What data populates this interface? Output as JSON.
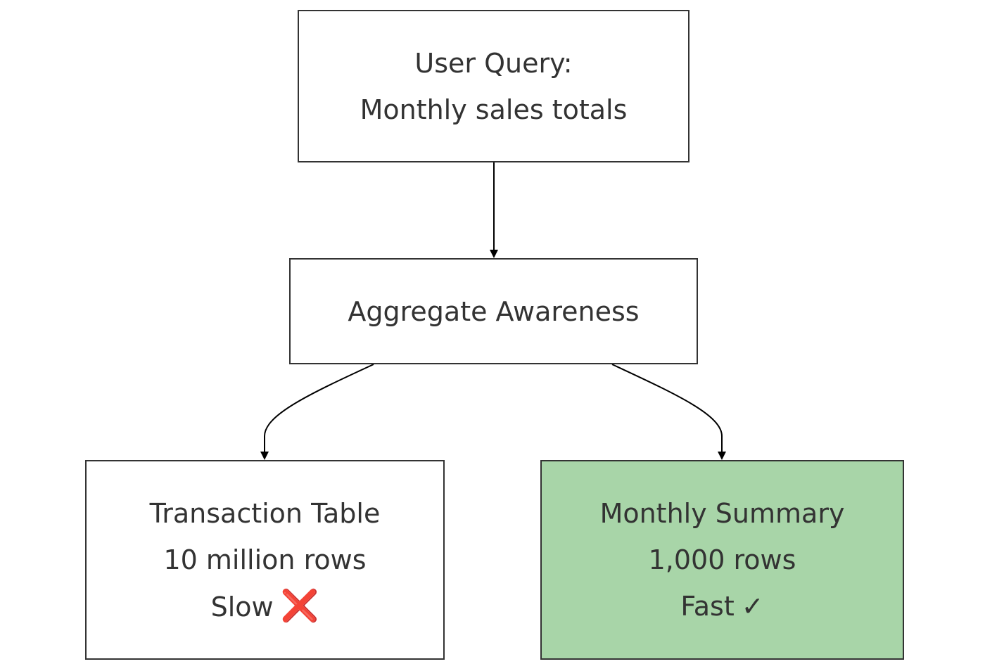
{
  "nodes": {
    "query": {
      "lines": [
        "User Query:",
        "Monthly sales totals"
      ],
      "fill": "#ffffff"
    },
    "aggregate": {
      "lines": [
        "Aggregate Awareness"
      ],
      "fill": "#ffffff"
    },
    "transaction": {
      "line1": "Transaction Table",
      "line2": "10 million rows",
      "status_label": "Slow",
      "status_icon": "cross-icon",
      "status_symbol": "❌",
      "fill": "#ffffff"
    },
    "summary": {
      "line1": "Monthly Summary",
      "line2": "1,000 rows",
      "status_label": "Fast",
      "status_icon": "check-icon",
      "status_symbol": "✓",
      "fill": "#a8d5a8"
    }
  },
  "edges": [
    {
      "from": "query",
      "to": "aggregate"
    },
    {
      "from": "aggregate",
      "to": "transaction"
    },
    {
      "from": "aggregate",
      "to": "summary"
    }
  ],
  "colors": {
    "stroke": "#333333",
    "text": "#333333",
    "arrow": "#000000",
    "summary_fill": "#a8d5a8",
    "cross": "#e0191e"
  }
}
